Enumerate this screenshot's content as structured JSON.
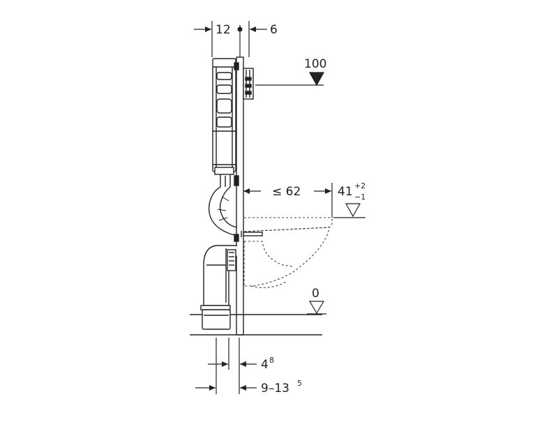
{
  "dimensions": {
    "frame_depth": "12",
    "frame_offset": "6",
    "flush_height": "100",
    "bowl_projection": "≤ 62",
    "seat_height_base": "41",
    "seat_height_tol_plus": "+2",
    "seat_height_tol_minus": "−1",
    "floor_level": "0",
    "drain_offset_base": "4",
    "drain_offset_exp": "8",
    "wall_range_base": "9–13",
    "wall_range_exp": "5"
  }
}
